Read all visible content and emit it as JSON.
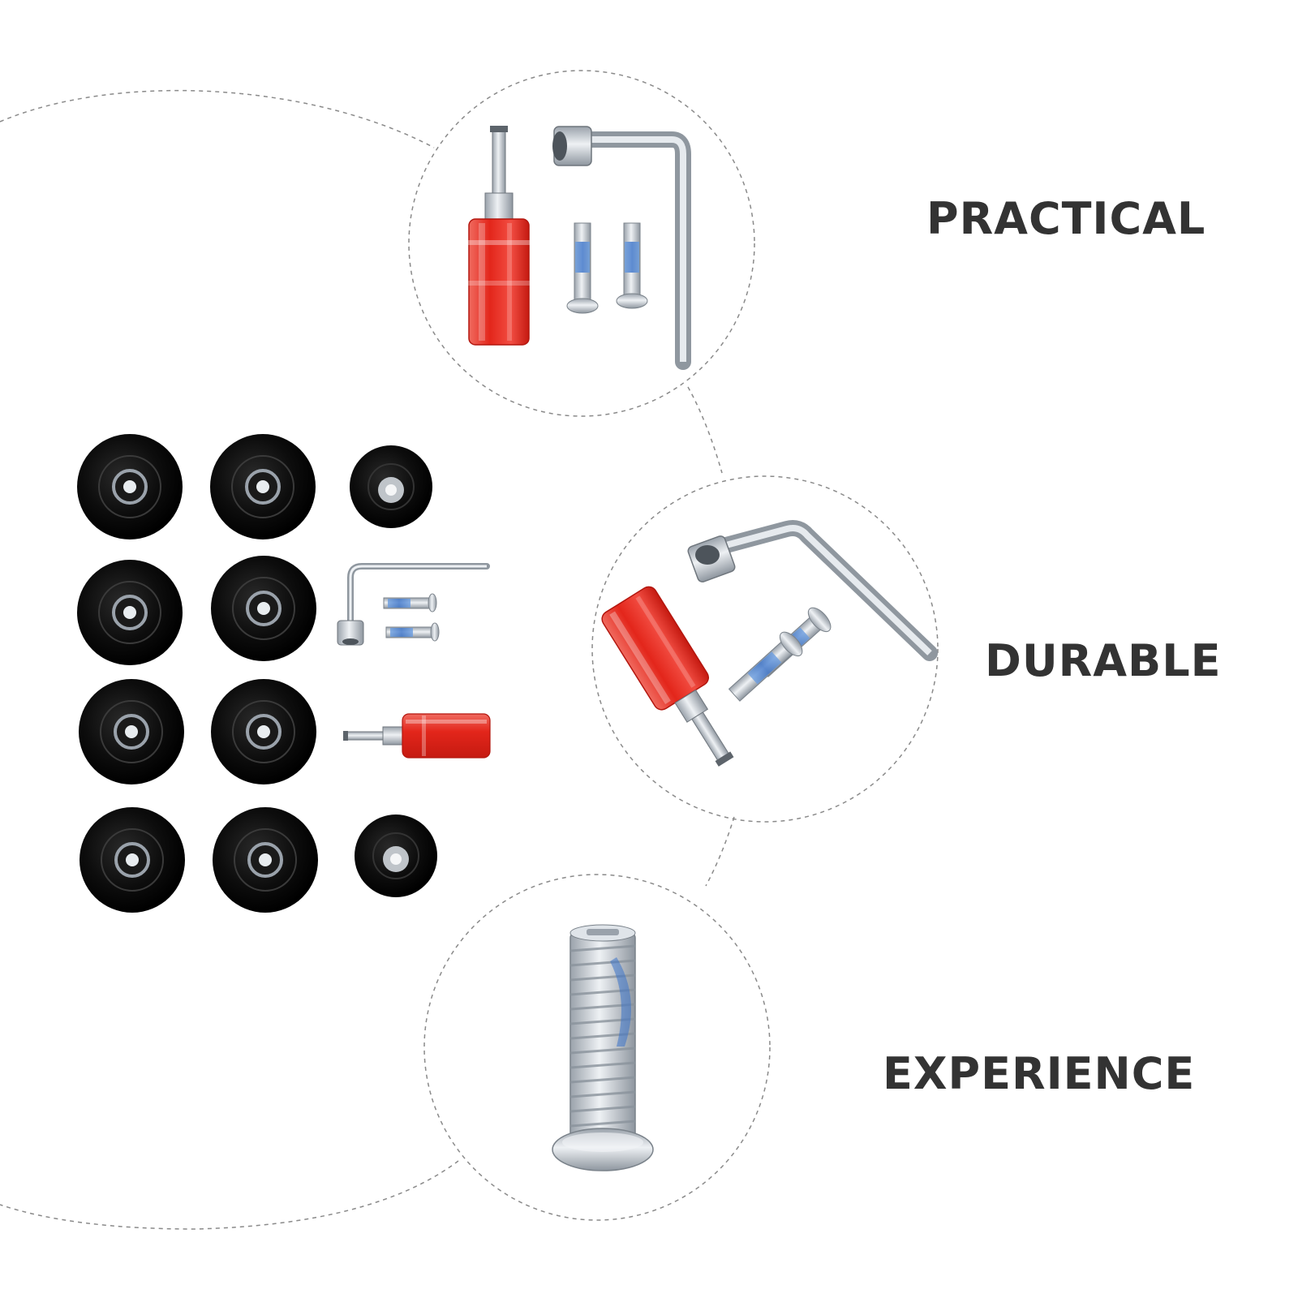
{
  "features": [
    {
      "label": "PRACTICAL",
      "image": "screwdriver-wrench-screws-closeup"
    },
    {
      "label": "DURABLE",
      "image": "screwdriver-wrench-screws-closeup"
    },
    {
      "label": "EXPERIENCE",
      "image": "screw-closeup"
    }
  ],
  "product": {
    "wheel_count": 10,
    "includes": [
      "l-wrench-icon",
      "screw-icon",
      "screwdriver-icon"
    ]
  },
  "colors": {
    "text": "#333333",
    "wheel": "#0b0b0b",
    "metal": "#c5cbd2",
    "handle": "#e0261c",
    "thread_lock": "#3b73c9",
    "dash": "#8a8a8a"
  }
}
